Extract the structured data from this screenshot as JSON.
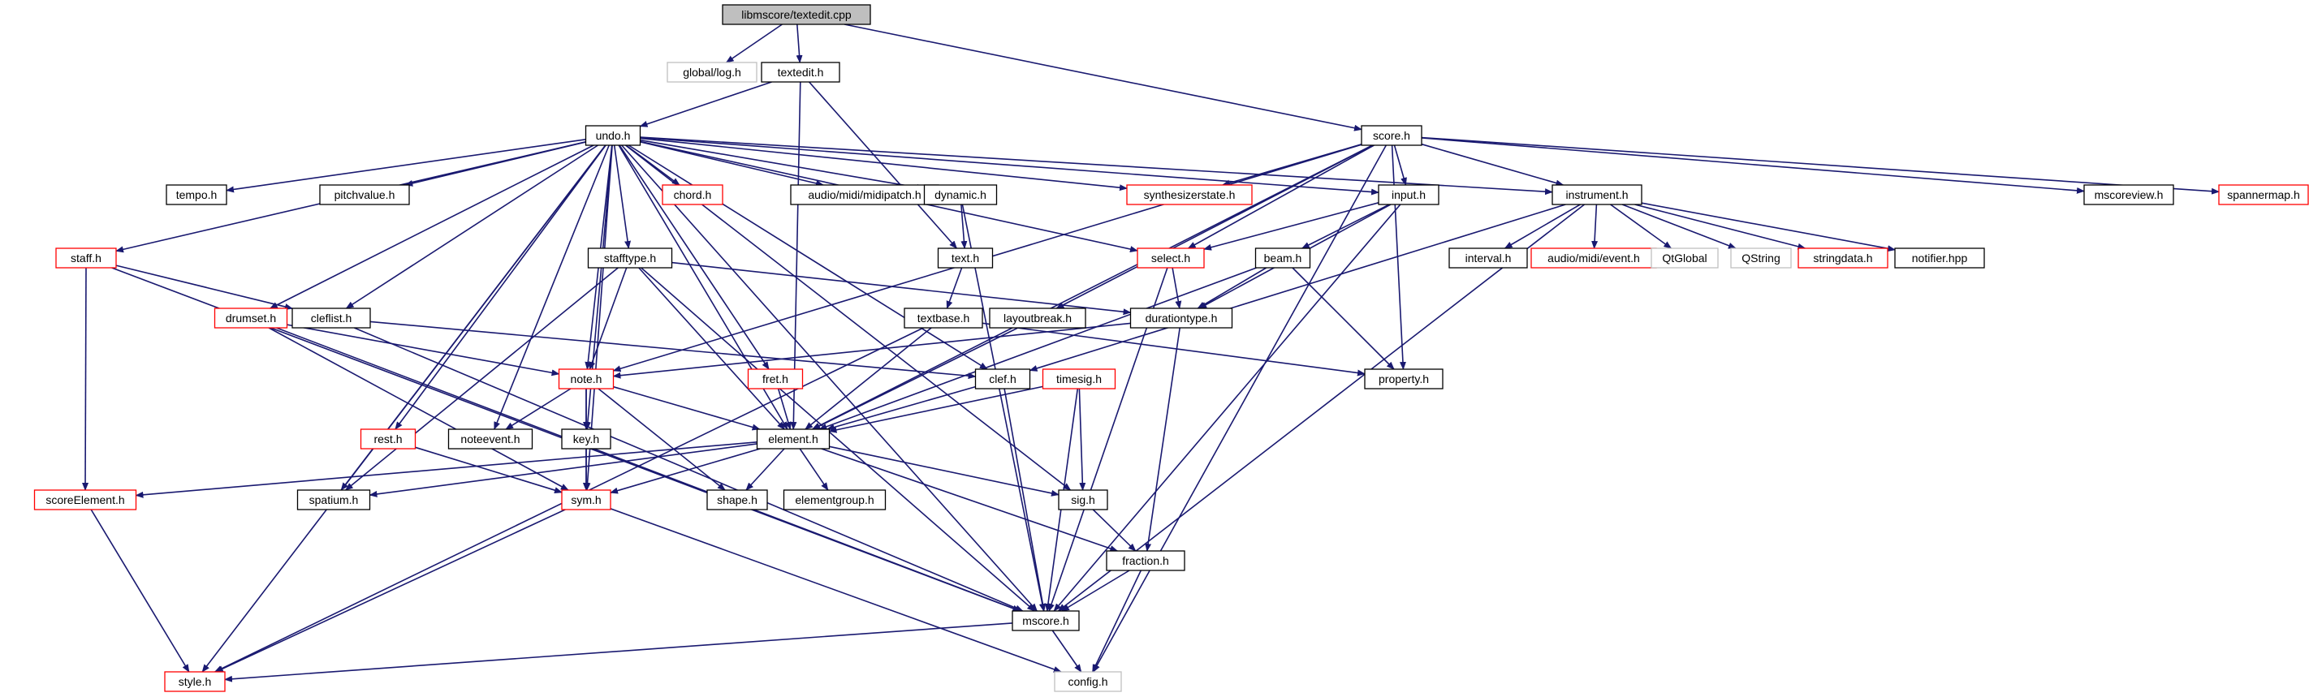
{
  "colors": {
    "edge": "#191970",
    "border_normal": "#000000",
    "border_missing": "#bfbfbf",
    "border_truncated": "#ff0000",
    "root_fill": "#bfbfbf",
    "node_fill": "#ffffff"
  },
  "nodes": [
    {
      "id": "root",
      "label": "libmscore/textedit.cpp",
      "kind": "root"
    },
    {
      "id": "globallog",
      "label": "global/log.h",
      "kind": "missing"
    },
    {
      "id": "textedit",
      "label": "textedit.h",
      "kind": "normal"
    },
    {
      "id": "score",
      "label": "score.h",
      "kind": "normal"
    },
    {
      "id": "undo",
      "label": "undo.h",
      "kind": "normal"
    },
    {
      "id": "tempo",
      "label": "tempo.h",
      "kind": "normal"
    },
    {
      "id": "pitchvalue",
      "label": "pitchvalue.h",
      "kind": "normal"
    },
    {
      "id": "chord",
      "label": "chord.h",
      "kind": "truncated"
    },
    {
      "id": "midipatch",
      "label": "audio/midi/midipatch.h",
      "kind": "normal"
    },
    {
      "id": "dynamic",
      "label": "dynamic.h",
      "kind": "normal"
    },
    {
      "id": "synthstate",
      "label": "synthesizerstate.h",
      "kind": "truncated"
    },
    {
      "id": "input",
      "label": "input.h",
      "kind": "normal"
    },
    {
      "id": "instrument",
      "label": "instrument.h",
      "kind": "normal"
    },
    {
      "id": "mscoreview",
      "label": "mscoreview.h",
      "kind": "normal"
    },
    {
      "id": "spannermap",
      "label": "spannermap.h",
      "kind": "truncated"
    },
    {
      "id": "staff",
      "label": "staff.h",
      "kind": "truncated"
    },
    {
      "id": "stafftype",
      "label": "stafftype.h",
      "kind": "normal"
    },
    {
      "id": "text",
      "label": "text.h",
      "kind": "normal"
    },
    {
      "id": "select",
      "label": "select.h",
      "kind": "truncated"
    },
    {
      "id": "beam",
      "label": "beam.h",
      "kind": "normal"
    },
    {
      "id": "interval",
      "label": "interval.h",
      "kind": "normal"
    },
    {
      "id": "midievent",
      "label": "audio/midi/event.h",
      "kind": "truncated"
    },
    {
      "id": "qglobal",
      "label": "QtGlobal",
      "kind": "missing"
    },
    {
      "id": "qstring",
      "label": "QString",
      "kind": "missing"
    },
    {
      "id": "stringdata",
      "label": "stringdata.h",
      "kind": "truncated"
    },
    {
      "id": "notifier",
      "label": "notifier.hpp",
      "kind": "normal"
    },
    {
      "id": "drumset",
      "label": "drumset.h",
      "kind": "truncated"
    },
    {
      "id": "cleflist",
      "label": "cleflist.h",
      "kind": "normal"
    },
    {
      "id": "textbase",
      "label": "textbase.h",
      "kind": "normal"
    },
    {
      "id": "layoutbreak",
      "label": "layoutbreak.h",
      "kind": "normal"
    },
    {
      "id": "durationtype",
      "label": "durationtype.h",
      "kind": "normal"
    },
    {
      "id": "note",
      "label": "note.h",
      "kind": "truncated"
    },
    {
      "id": "fret",
      "label": "fret.h",
      "kind": "truncated"
    },
    {
      "id": "clef",
      "label": "clef.h",
      "kind": "normal"
    },
    {
      "id": "timesig",
      "label": "timesig.h",
      "kind": "truncated"
    },
    {
      "id": "property",
      "label": "property.h",
      "kind": "normal"
    },
    {
      "id": "rest",
      "label": "rest.h",
      "kind": "truncated"
    },
    {
      "id": "noteevent",
      "label": "noteevent.h",
      "kind": "normal"
    },
    {
      "id": "key",
      "label": "key.h",
      "kind": "normal"
    },
    {
      "id": "element",
      "label": "element.h",
      "kind": "normal"
    },
    {
      "id": "scoreelement",
      "label": "scoreElement.h",
      "kind": "truncated"
    },
    {
      "id": "spatium",
      "label": "spatium.h",
      "kind": "normal"
    },
    {
      "id": "sym",
      "label": "sym.h",
      "kind": "truncated"
    },
    {
      "id": "shape",
      "label": "shape.h",
      "kind": "normal"
    },
    {
      "id": "elementgroup",
      "label": "elementgroup.h",
      "kind": "normal"
    },
    {
      "id": "sig",
      "label": "sig.h",
      "kind": "normal"
    },
    {
      "id": "fraction",
      "label": "fraction.h",
      "kind": "normal"
    },
    {
      "id": "mscore",
      "label": "mscore.h",
      "kind": "normal"
    },
    {
      "id": "style",
      "label": "style.h",
      "kind": "truncated"
    },
    {
      "id": "config",
      "label": "config.h",
      "kind": "missing"
    }
  ],
  "edges": [
    [
      "root",
      "globallog"
    ],
    [
      "root",
      "textedit"
    ],
    [
      "root",
      "score"
    ],
    [
      "textedit",
      "undo"
    ],
    [
      "textedit",
      "text"
    ],
    [
      "textedit",
      "element"
    ],
    [
      "score",
      "synthstate"
    ],
    [
      "score",
      "input"
    ],
    [
      "score",
      "instrument"
    ],
    [
      "score",
      "mscoreview"
    ],
    [
      "score",
      "spannermap"
    ],
    [
      "score",
      "select"
    ],
    [
      "score",
      "layoutbreak"
    ],
    [
      "score",
      "element"
    ],
    [
      "score",
      "property"
    ],
    [
      "score",
      "config"
    ],
    [
      "score",
      "note"
    ],
    [
      "undo",
      "tempo"
    ],
    [
      "undo",
      "pitchvalue"
    ],
    [
      "undo",
      "chord"
    ],
    [
      "undo",
      "midipatch"
    ],
    [
      "undo",
      "dynamic"
    ],
    [
      "undo",
      "synthstate"
    ],
    [
      "undo",
      "input"
    ],
    [
      "undo",
      "instrument"
    ],
    [
      "undo",
      "staff"
    ],
    [
      "undo",
      "stafftype"
    ],
    [
      "undo",
      "select"
    ],
    [
      "undo",
      "drumset"
    ],
    [
      "undo",
      "cleflist"
    ],
    [
      "undo",
      "note"
    ],
    [
      "undo",
      "fret"
    ],
    [
      "undo",
      "clef"
    ],
    [
      "undo",
      "rest"
    ],
    [
      "undo",
      "noteevent"
    ],
    [
      "undo",
      "key"
    ],
    [
      "undo",
      "element"
    ],
    [
      "undo",
      "spatium"
    ],
    [
      "undo",
      "style"
    ],
    [
      "undo",
      "sym"
    ],
    [
      "undo",
      "sig"
    ],
    [
      "undo",
      "mscore"
    ],
    [
      "dynamic",
      "text"
    ],
    [
      "dynamic",
      "mscore"
    ],
    [
      "text",
      "textbase"
    ],
    [
      "input",
      "select"
    ],
    [
      "input",
      "beam"
    ],
    [
      "input",
      "durationtype"
    ],
    [
      "input",
      "mscore"
    ],
    [
      "instrument",
      "interval"
    ],
    [
      "instrument",
      "midievent"
    ],
    [
      "instrument",
      "qglobal"
    ],
    [
      "instrument",
      "qstring"
    ],
    [
      "instrument",
      "stringdata"
    ],
    [
      "instrument",
      "notifier"
    ],
    [
      "instrument",
      "mscore"
    ],
    [
      "instrument",
      "clef"
    ],
    [
      "staff",
      "cleflist"
    ],
    [
      "staff",
      "scoreelement"
    ],
    [
      "staff",
      "mscore"
    ],
    [
      "stafftype",
      "durationtype"
    ],
    [
      "stafftype",
      "note"
    ],
    [
      "stafftype",
      "element"
    ],
    [
      "stafftype",
      "spatium"
    ],
    [
      "stafftype",
      "mscore"
    ],
    [
      "select",
      "durationtype"
    ],
    [
      "select",
      "mscore"
    ],
    [
      "beam",
      "durationtype"
    ],
    [
      "beam",
      "property"
    ],
    [
      "beam",
      "element"
    ],
    [
      "drumset",
      "note"
    ],
    [
      "drumset",
      "sym"
    ],
    [
      "drumset",
      "mscore"
    ],
    [
      "cleflist",
      "clef"
    ],
    [
      "cleflist",
      "mscore"
    ],
    [
      "textbase",
      "property"
    ],
    [
      "textbase",
      "element"
    ],
    [
      "textbase",
      "style"
    ],
    [
      "layoutbreak",
      "element"
    ],
    [
      "durationtype",
      "fraction"
    ],
    [
      "durationtype",
      "note"
    ],
    [
      "note",
      "noteevent"
    ],
    [
      "note",
      "key"
    ],
    [
      "note",
      "element"
    ],
    [
      "note",
      "sym"
    ],
    [
      "note",
      "shape"
    ],
    [
      "fret",
      "element"
    ],
    [
      "clef",
      "element"
    ],
    [
      "clef",
      "mscore"
    ],
    [
      "timesig",
      "element"
    ],
    [
      "timesig",
      "sig"
    ],
    [
      "timesig",
      "mscore"
    ],
    [
      "rest",
      "sym"
    ],
    [
      "key",
      "sym"
    ],
    [
      "element",
      "scoreelement"
    ],
    [
      "element",
      "spatium"
    ],
    [
      "element",
      "sym"
    ],
    [
      "element",
      "shape"
    ],
    [
      "element",
      "elementgroup"
    ],
    [
      "element",
      "sig"
    ],
    [
      "element",
      "fraction"
    ],
    [
      "scoreelement",
      "style"
    ],
    [
      "sym",
      "style"
    ],
    [
      "sym",
      "config"
    ],
    [
      "sig",
      "fraction"
    ],
    [
      "fraction",
      "mscore"
    ],
    [
      "fraction",
      "config"
    ],
    [
      "mscore",
      "config"
    ],
    [
      "mscore",
      "style"
    ]
  ]
}
